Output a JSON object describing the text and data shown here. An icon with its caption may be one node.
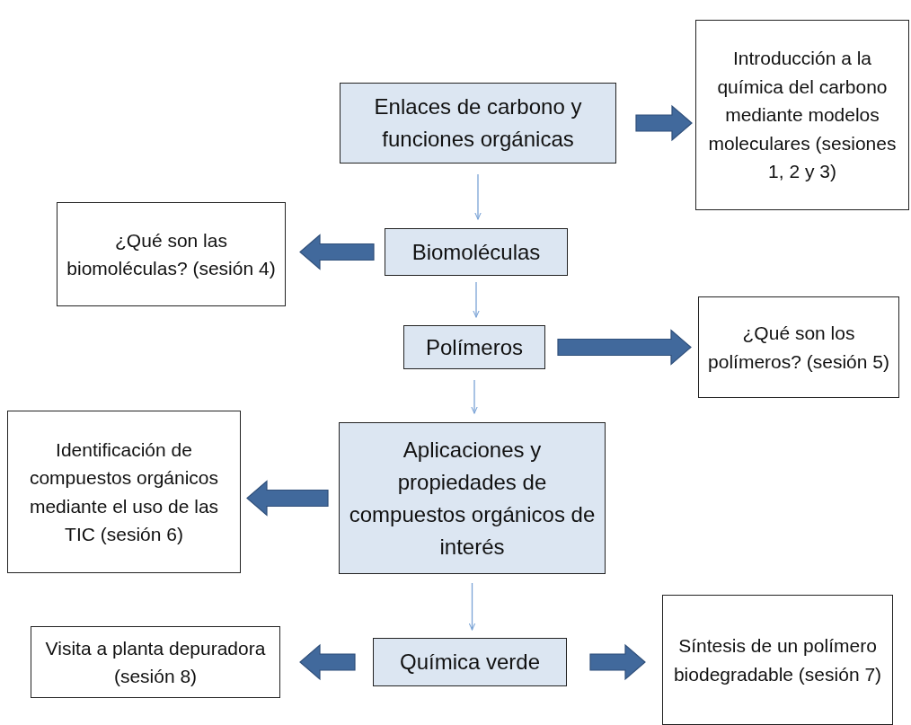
{
  "diagram": {
    "nodes": [
      {
        "text": [
          "Enlaces de carbono y funciones orgánicas"
        ]
      },
      {
        "text": [
          "Introducción a la química del carbono mediante modelos moleculares (sesiones 1, 2 y 3)"
        ]
      },
      {
        "text": [
          "¿Qué son las biomoléculas? (sesión 4)"
        ]
      },
      {
        "text": [
          "Biomoléculas"
        ]
      },
      {
        "text": [
          "Polímeros"
        ]
      },
      {
        "text": [
          "¿Qué son los polímeros? (sesión 5)"
        ]
      },
      {
        "text": [
          "Identificación de compuestos orgánicos mediante el uso de las TIC (sesión 6)"
        ]
      },
      {
        "text": [
          "Aplicaciones y propiedades de compuestos orgánicos de interés"
        ]
      },
      {
        "text": [
          "Visita a planta depuradora (sesión 8)"
        ]
      },
      {
        "text": [
          "Química verde"
        ]
      },
      {
        "text": [
          "Síntesis de un polímero biodegradable (sesión 7)"
        ]
      }
    ],
    "edges": [
      {
        "from": 0,
        "to": 1,
        "arrow": "to",
        "style": "thick"
      },
      {
        "from": 0,
        "to": 3,
        "arrow": "to",
        "color": "#7aa3d6"
      },
      {
        "from": 3,
        "to": 2,
        "arrow": "to",
        "style": "thick"
      },
      {
        "from": 3,
        "to": 4,
        "arrow": "to",
        "color": "#7aa3d6"
      },
      {
        "from": 4,
        "to": 5,
        "arrow": "to",
        "style": "thick"
      },
      {
        "from": 4,
        "to": 7,
        "arrow": "to",
        "color": "#7aa3d6"
      },
      {
        "from": 7,
        "to": 6,
        "arrow": "to",
        "style": "thick"
      },
      {
        "from": 7,
        "to": 9,
        "arrow": "to",
        "color": "#7aa3d6"
      },
      {
        "from": 9,
        "to": 8,
        "arrow": "to",
        "style": "thick"
      },
      {
        "from": 9,
        "to": 10,
        "arrow": "to",
        "style": "thick"
      }
    ]
  }
}
